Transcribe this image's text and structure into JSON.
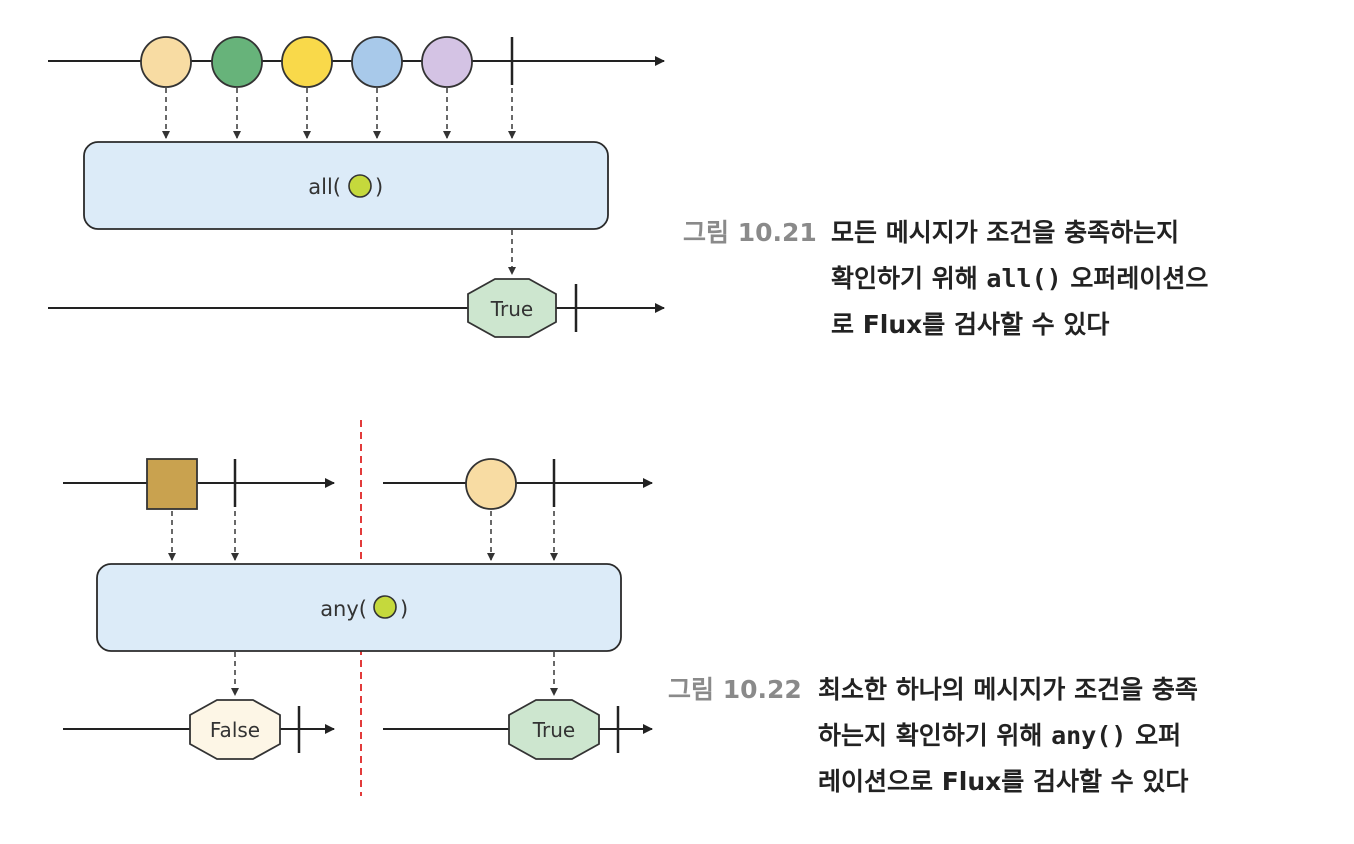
{
  "figure_1": {
    "operator_label": "all(",
    "operator_close": ")",
    "result_label": "True",
    "input_marble_colors": [
      "#f8dca3",
      "#67b37a",
      "#f9d94a",
      "#a8c9ea",
      "#d4c3e4"
    ],
    "caption": {
      "label": "그림 10.21",
      "lines": [
        "모든 메시지가 조건을 충족하는지",
        "확인하기 위해 all() 오퍼레이션으",
        "로 Flux를 검사할 수 있다"
      ],
      "line2_before": "확인하기 위해 ",
      "line2_code": "all()",
      "line2_after": " 오퍼레이션으"
    }
  },
  "figure_2": {
    "operator_label": "any(",
    "operator_close": ")",
    "result_left_label": "False",
    "result_right_label": "True",
    "caption": {
      "label": "그림 10.22",
      "line1": "최소한 하나의 메시지가 조건을 충족",
      "line2_before": "하는지 확인하기 위해 ",
      "line2_code": "any()",
      "line2_after": " 오퍼",
      "line3": "레이션으로 Flux를 검사할 수 있다"
    }
  },
  "colors": {
    "operator_box_fill": "#dcebf8",
    "predicate_dot": "#c5d93c",
    "true_fill": "#cde6cf",
    "false_fill": "#fdf6e6",
    "square_marble": "#c9a24f",
    "separator": "#e23b3b"
  }
}
